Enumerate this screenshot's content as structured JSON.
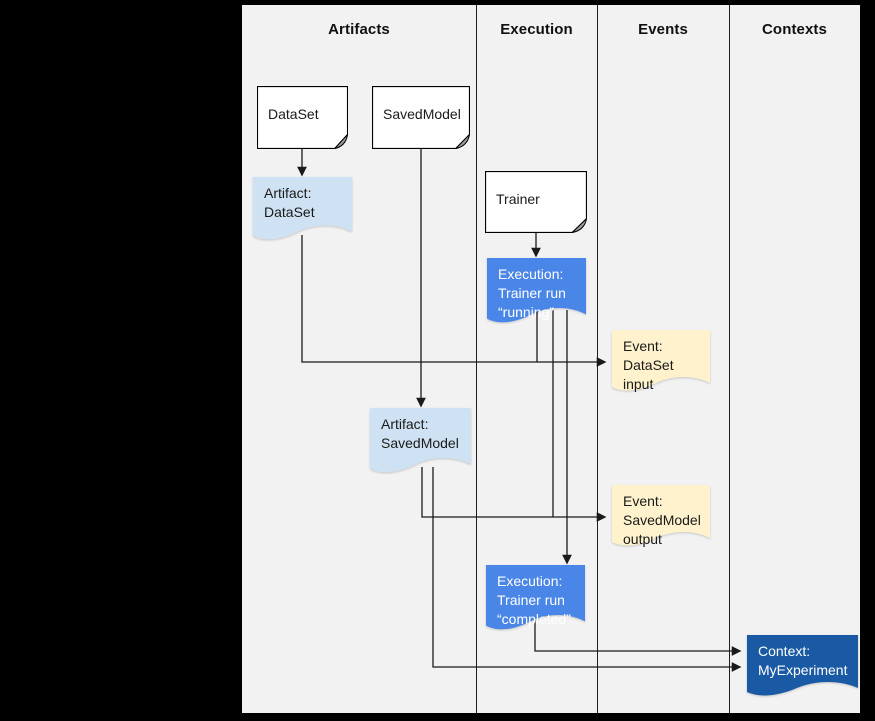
{
  "columns": [
    {
      "label": "Artifacts"
    },
    {
      "label": "Execution"
    },
    {
      "label": "Events"
    },
    {
      "label": "Contexts"
    }
  ],
  "nodes": {
    "dataset": {
      "label": "DataSet",
      "type": "declared-type"
    },
    "savedmodel": {
      "label": "SavedModel",
      "type": "declared-type"
    },
    "trainer": {
      "label": "Trainer",
      "type": "declared-type"
    },
    "artifact_dataset": {
      "label": "Artifact:\nDataSet",
      "type": "artifact"
    },
    "execution_running": {
      "label": "Execution:\nTrainer run\n“running”",
      "type": "execution"
    },
    "event_dataset_input": {
      "label": "Event:\nDataSet input",
      "type": "event"
    },
    "artifact_savedmodel": {
      "label": "Artifact:\nSavedModel",
      "type": "artifact"
    },
    "event_savedmodel_output": {
      "label": "Event:\nSavedModel\noutput",
      "type": "event"
    },
    "execution_completed": {
      "label": "Execution:\nTrainer run\n“completed”",
      "type": "execution"
    },
    "context_myexperiment": {
      "label": "Context:\nMyExperiment",
      "type": "context"
    }
  },
  "colors": {
    "background": "#000000",
    "diagram_bg": "#f2f2f2",
    "artifact_fill": "#cfe2f3",
    "execution_fill": "#4a86e8",
    "event_fill": "#fff2cc",
    "context_fill": "#1a5aa4",
    "line": "#1a1a1a",
    "text": "#1a1a1a",
    "text_on_blue": "#ffffff"
  }
}
